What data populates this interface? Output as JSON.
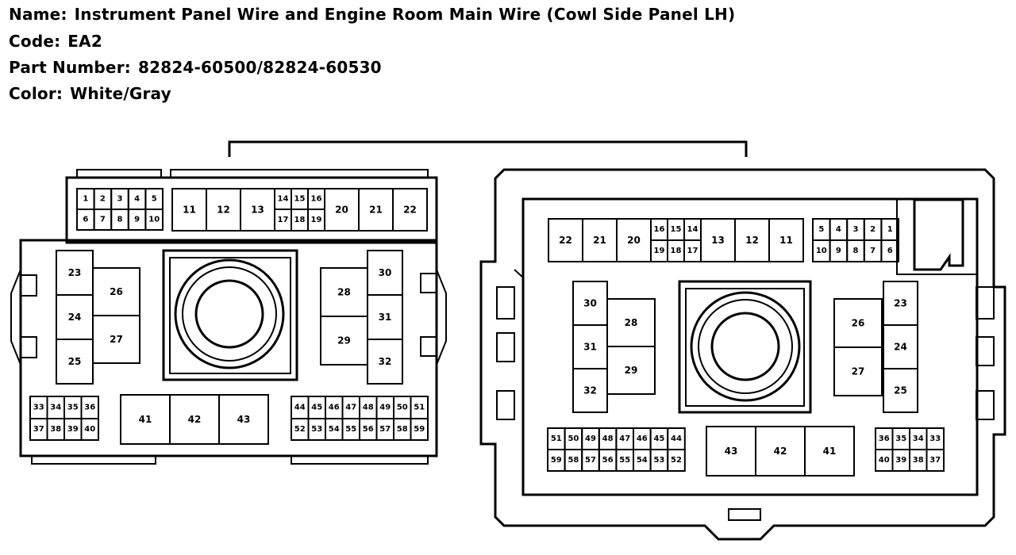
{
  "header": {
    "name_label": "Name:",
    "name_value": "Instrument Panel Wire and Engine Room Main Wire (Cowl Side Panel LH)",
    "code_label": "Code:",
    "code_value": "EA2",
    "part_label": "Part Number:",
    "part_value": "82824-60500/82824-60530",
    "color_label": "Color:",
    "color_value": "White/Gray"
  },
  "left_connector": {
    "top_small_row1": [
      "1",
      "2",
      "3",
      "4",
      "5"
    ],
    "top_small_row2": [
      "6",
      "7",
      "8",
      "9",
      "10"
    ],
    "top_large_left": [
      "11",
      "12",
      "13"
    ],
    "top_mini_row1": [
      "14",
      "15",
      "16"
    ],
    "top_mini_row2": [
      "17",
      "18",
      "19"
    ],
    "top_large_right": [
      "20",
      "21",
      "22"
    ],
    "left_column": [
      "23",
      "24",
      "25"
    ],
    "left_pair": [
      "26",
      "27"
    ],
    "right_pair": [
      "28",
      "29"
    ],
    "right_column": [
      "30",
      "31",
      "32"
    ],
    "bottom_left_row1": [
      "33",
      "34",
      "35",
      "36"
    ],
    "bottom_left_row2": [
      "37",
      "38",
      "39",
      "40"
    ],
    "bottom_mid": [
      "41",
      "42",
      "43"
    ],
    "bottom_right_row1": [
      "44",
      "45",
      "46",
      "47",
      "48",
      "49",
      "50",
      "51"
    ],
    "bottom_right_row2": [
      "52",
      "53",
      "54",
      "55",
      "56",
      "57",
      "58",
      "59"
    ]
  },
  "right_connector": {
    "top_large_left": [
      "22",
      "21",
      "20"
    ],
    "top_mini_row1": [
      "16",
      "15",
      "14"
    ],
    "top_mini_row2": [
      "19",
      "18",
      "17"
    ],
    "top_large_right": [
      "13",
      "12",
      "11"
    ],
    "top_small_row1": [
      "5",
      "4",
      "3",
      "2",
      "1"
    ],
    "top_small_row2": [
      "10",
      "9",
      "8",
      "7",
      "6"
    ],
    "left_column": [
      "30",
      "31",
      "32"
    ],
    "left_pair": [
      "28",
      "29"
    ],
    "right_pair": [
      "26",
      "27"
    ],
    "right_column": [
      "23",
      "24",
      "25"
    ],
    "bottom_left_row1": [
      "51",
      "50",
      "49",
      "48",
      "47",
      "46",
      "45",
      "44"
    ],
    "bottom_left_row2": [
      "59",
      "58",
      "57",
      "56",
      "55",
      "54",
      "53",
      "52"
    ],
    "bottom_mid": [
      "43",
      "42",
      "41"
    ],
    "bottom_right_row1": [
      "36",
      "35",
      "34",
      "33"
    ],
    "bottom_right_row2": [
      "40",
      "39",
      "38",
      "37"
    ]
  }
}
